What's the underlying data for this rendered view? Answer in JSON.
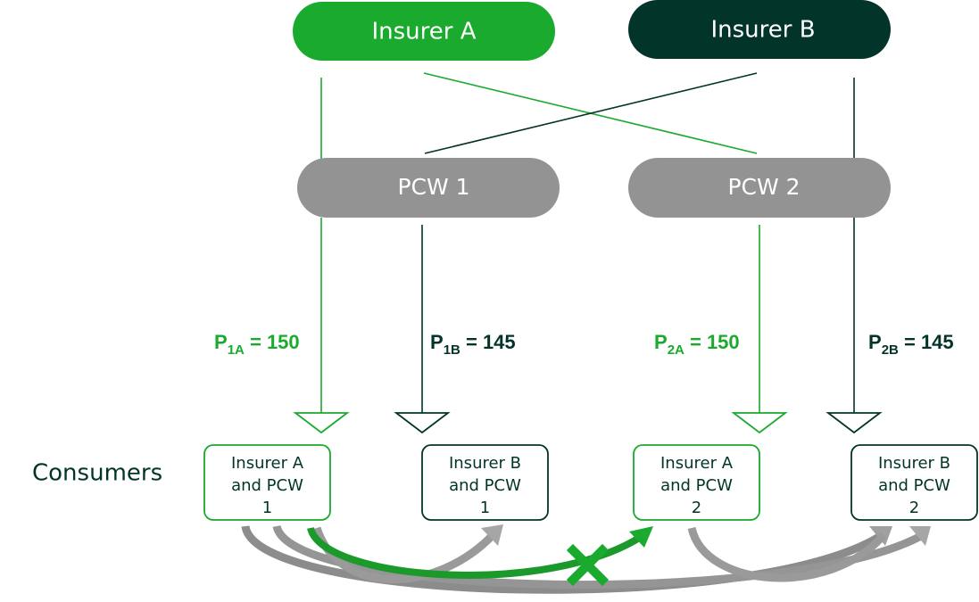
{
  "insurers": [
    {
      "label": "Insurer A",
      "color": "#1aaa2e",
      "text_color": "#ffffff"
    },
    {
      "label": "Insurer B",
      "color": "#02342a",
      "text_color": "#ffffff"
    }
  ],
  "pcws": [
    {
      "label": "PCW 1",
      "color": "#939393",
      "text_color": "#ffffff"
    },
    {
      "label": "PCW 2",
      "color": "#939393",
      "text_color": "#ffffff"
    }
  ],
  "prices": [
    {
      "symbol": "P",
      "subscript": "1A",
      "text": " = 150",
      "color": "#1aaa2e"
    },
    {
      "symbol": "P",
      "subscript": "1B",
      "text": " = 145",
      "color": "#02342a"
    },
    {
      "symbol": "P",
      "subscript": "2A",
      "text": " = 150",
      "color": "#1aaa2e"
    },
    {
      "symbol": "P",
      "subscript": "2B",
      "text": " = 145",
      "color": "#02342a"
    }
  ],
  "consumers_label": "Consumers",
  "consumer_boxes": [
    {
      "lines": [
        "Insurer A",
        "and PCW",
        "1"
      ],
      "border_color": "#1aaa2e"
    },
    {
      "lines": [
        "Insurer B",
        "and PCW",
        "1"
      ],
      "border_color": "#02342a"
    },
    {
      "lines": [
        "Insurer A",
        "and PCW",
        "2"
      ],
      "border_color": "#1aaa2e"
    },
    {
      "lines": [
        "Insurer B",
        "and PCW",
        "2"
      ],
      "border_color": "#02342a"
    }
  ],
  "colors": {
    "green": "#1aaa2e",
    "dark": "#02342a",
    "grey": "#939393",
    "switch_grey": "#8c8c8c",
    "blocked_green": "#1b9a2b"
  }
}
